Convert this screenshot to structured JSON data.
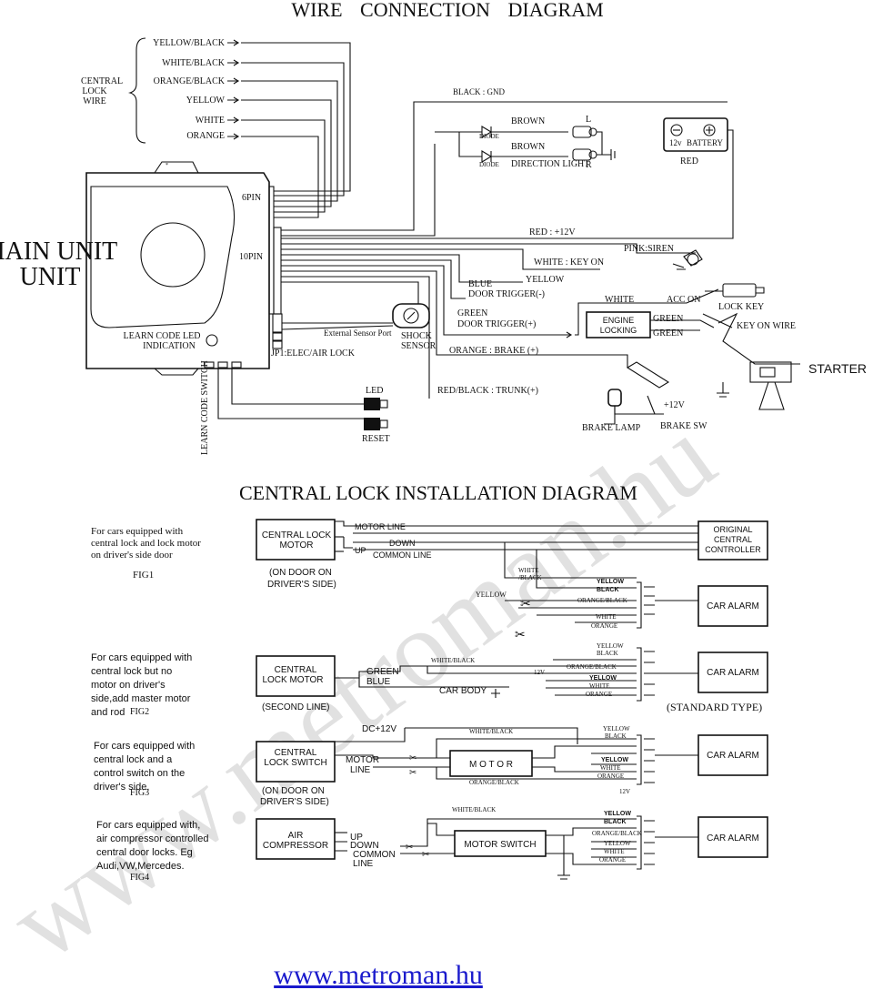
{
  "wiring": {
    "title": "WIRE CONNECTION DIAGRAM",
    "main_unit": "MAIN UNIT",
    "pin6": "6PIN",
    "pin10": "10PIN",
    "central_lock_wire": [
      "CENTRAL",
      "LOCK",
      "WIRE"
    ],
    "central_lock_colors": [
      "YELLOW/BLACK",
      "WHITE/BLACK",
      "ORANGE/BLACK",
      "YELLOW",
      "WHITE",
      "ORANGE"
    ],
    "gnd": "BLACK : GND",
    "diode": "DIODE",
    "brown": "BROWN",
    "direction_light": "DIRECTION LIGHT",
    "left": "L",
    "right": "R",
    "battery_12v": "12v",
    "battery": "BATTERY",
    "red": "RED",
    "red_12v": "RED : +12V",
    "white_key_on": "WHITE : KEY ON",
    "pink_siren": "PINK:SIREN",
    "yellow": "YELLOW",
    "blue": "BLUE",
    "door_trigger_neg": "DOOR TRIGGER(-)",
    "green": "GREEN",
    "door_trigger_pos": "DOOR TRIGGER(+)",
    "orange_brake": "ORANGE : BRAKE (+)",
    "red_black_trunk": "RED/BLACK : TRUNK(+)",
    "white": "WHITE",
    "engine_locking": [
      "ENGINE",
      "LOCKING"
    ],
    "acc_on": "ACC ON",
    "lock_key": "LOCK KEY",
    "key_on_wire": "KEY ON WIRE",
    "starter": "STARTER",
    "plus12v": "+12V",
    "brake_lamp": "BRAKE LAMP",
    "brake_sw": "BRAKE SW",
    "learn_code_led": "LEARN CODE LED",
    "indication": "INDICATION",
    "external_sensor_port": "External Sensor Port",
    "shock": "SHOCK",
    "sensor": "SENSOR",
    "jp1": "JP1:ELEC/AIR LOCK",
    "learn_code_switch": "LEARN CODE SWITCH",
    "led": "LED",
    "reset": "RESET"
  },
  "central_lock": {
    "title": "CENTRAL LOCK INSTALLATION DIAGRAM",
    "fig1_desc": [
      "For cars equipped with",
      "central lock and lock motor",
      "on driver's side door"
    ],
    "fig1": "FIG1",
    "central_lock_motor": [
      "CENTRAL LOCK",
      "MOTOR"
    ],
    "on_door_on": "(ON DOOR ON",
    "drivers_side": "DRIVER'S SIDE)",
    "motor_line": "MOTOR LINE",
    "down": "DOWN",
    "up": "UP",
    "common_line": "COMMON LINE",
    "original_controller": [
      "ORIGINAL",
      "CENTRAL",
      "CONTROLLER"
    ],
    "white_black": "WHITE/BLACK",
    "white_slash_black": [
      "WHITE",
      "/BLACK"
    ],
    "yellow": "YELLOW",
    "yellow_black": [
      "YELLOW",
      "BLACK"
    ],
    "orange_black": "ORANGE/BLACK",
    "white": "WHITE",
    "orange": "ORANGE",
    "car_alarm": "CAR ALARM",
    "fig2_desc": [
      "For cars equipped with",
      "central lock but no",
      "motor on driver's",
      "side,add master motor",
      "and rod"
    ],
    "fig2": "FIG2",
    "green": "GREEN",
    "blue": "BLUE",
    "car_body": "CAR BODY",
    "twelve_v": "12V",
    "second_line": "(SECOND LINE)",
    "standard_type": "(STANDARD TYPE)",
    "fig3_desc": [
      "For cars equipped with",
      "central lock and a",
      "control switch on the",
      "driver's side."
    ],
    "fig3": "FIG3",
    "dc12v": "DC+12V",
    "central_lock_switch": [
      "CENTRAL",
      "LOCK SWITCH"
    ],
    "motor": "M O T O R",
    "fig4_desc": [
      "For cars equipped with,",
      "air compressor controlled",
      "central door locks. Eg",
      "Audi,VW,Mercedes."
    ],
    "fig4": "FIG4",
    "air_compressor": [
      "AIR",
      "COMPRESSOR"
    ],
    "motor_switch": "MOTOR SWITCH",
    "motor_line_short": [
      "MOTOR",
      "LINE"
    ],
    "up_down_common": [
      "UP",
      "DOWN",
      "COMMON",
      "LINE"
    ]
  },
  "watermark": "www.metroman.hu",
  "footer_link": "www.metroman.hu"
}
